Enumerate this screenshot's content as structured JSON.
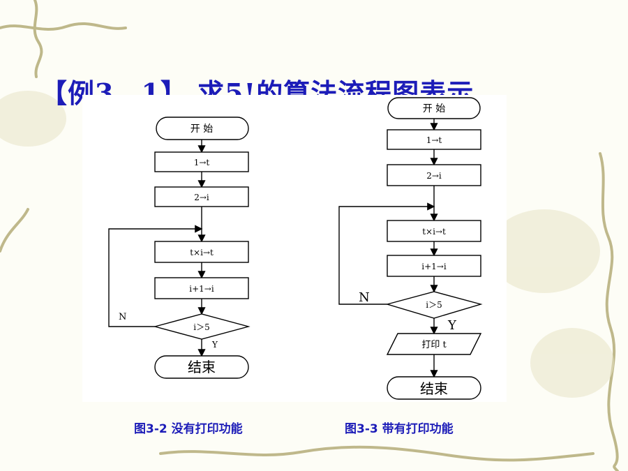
{
  "slide": {
    "title": "【例3．1】 求5!的算法流程图表示",
    "captions": {
      "left": "图3-2  没有打印功能",
      "right": "图3-3  带有打印功能"
    },
    "colors": {
      "title": "#1c1cb8",
      "vine": "#a8a06a",
      "background": "#fdfdf6"
    }
  },
  "flowchart_left": {
    "start": "开 始",
    "step1": "1→t",
    "step2": "2→i",
    "step3": "t×i→t",
    "step4": "i+1→i",
    "decision": "i＞5",
    "no_label": "N",
    "yes_label": "Y",
    "end": "结束"
  },
  "flowchart_right": {
    "start": "开 始",
    "step1": "1→t",
    "step2": "2→i",
    "step3": "t×i→t",
    "step4": "i+1→i",
    "decision": "i＞5",
    "no_label": "N",
    "yes_label": "Y",
    "output": "打印 t",
    "end": "结束"
  }
}
